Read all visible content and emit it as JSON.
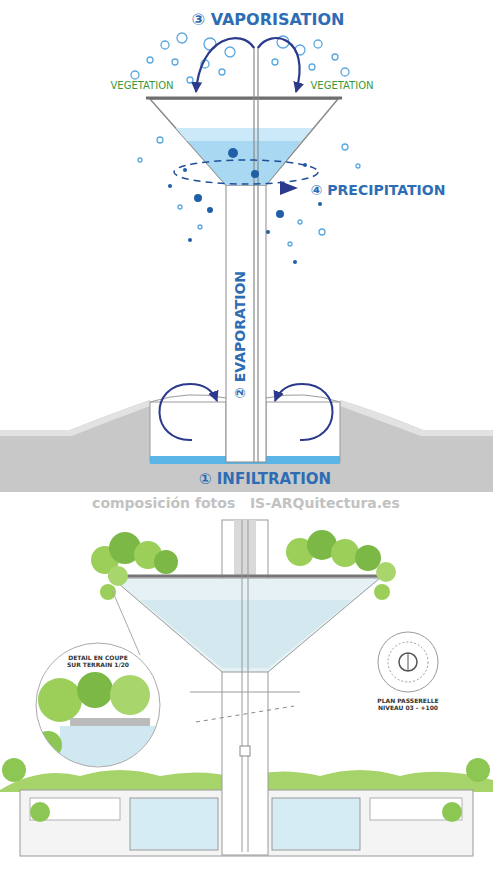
{
  "diagram": {
    "labels": [
      "③ VAPORISATION",
      "VEGETATION",
      "VEGETATION",
      "④ PRECIPITATION",
      "② EVAPORATION",
      "① INFILTRATION",
      "composición fotos   IS-ARQuitectura.es",
      "DETAIL EN COUPE SUR TERRAIN 1/20",
      "PLAN PASSERELLE NIVEAU 03 - +100"
    ]
  }
}
